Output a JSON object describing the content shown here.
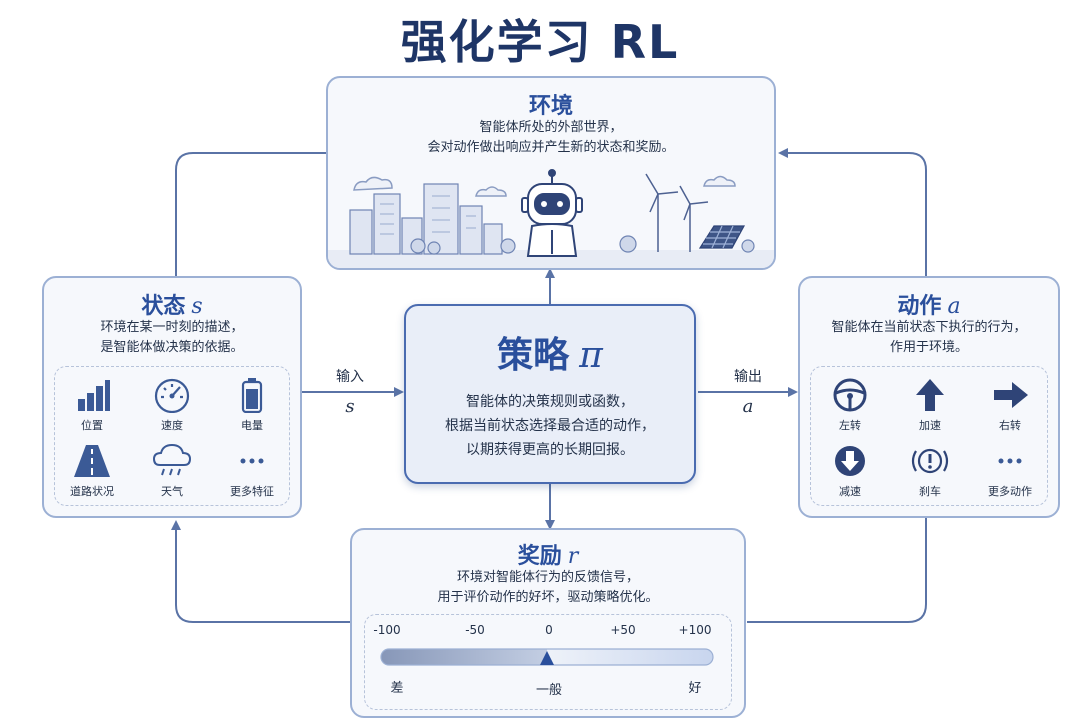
{
  "title": "强化学习 RL",
  "environment": {
    "title": "环境",
    "desc": [
      "智能体所处的外部世界，",
      "会对动作做出响应并产生新的状态和奖励。"
    ]
  },
  "state": {
    "title": "状态",
    "symbol": "s",
    "desc": [
      "环境在某一时刻的描述，",
      "是智能体做决策的依据。"
    ],
    "features": [
      {
        "label": "位置",
        "icon": "bar-chart-icon"
      },
      {
        "label": "速度",
        "icon": "speedometer-icon"
      },
      {
        "label": "电量",
        "icon": "battery-icon"
      },
      {
        "label": "道路状况",
        "icon": "road-icon"
      },
      {
        "label": "天气",
        "icon": "cloud-rain-icon"
      },
      {
        "label": "更多特征",
        "icon": "more-icon"
      }
    ]
  },
  "policy": {
    "title": "策略",
    "symbol": "π",
    "desc": [
      "智能体的决策规则或函数，",
      "根据当前状态选择最合适的动作，",
      "以期获得更高的长期回报。"
    ]
  },
  "action": {
    "title": "动作",
    "symbol": "a",
    "desc": [
      "智能体在当前状态下执行的行为，",
      "作用于环境。"
    ],
    "actions": [
      {
        "label": "左转",
        "icon": "steering-wheel-icon"
      },
      {
        "label": "加速",
        "icon": "arrow-up-icon"
      },
      {
        "label": "右转",
        "icon": "arrow-right-icon"
      },
      {
        "label": "减速",
        "icon": "arrow-down-circle-icon"
      },
      {
        "label": "刹车",
        "icon": "brake-icon"
      },
      {
        "label": "更多动作",
        "icon": "more-icon"
      }
    ]
  },
  "reward": {
    "title": "奖励",
    "symbol": "r",
    "desc": [
      "环境对智能体行为的反馈信号，",
      "用于评价动作的好坏，驱动策略优化。"
    ],
    "scale": {
      "ticks": [
        "-100",
        "-50",
        "0",
        "+50",
        "+100"
      ],
      "labels": {
        "left": "差",
        "middle": "一般",
        "right": "好"
      },
      "min": -100,
      "max": 100,
      "marker": 0
    }
  },
  "edges": {
    "input_label": "输入",
    "input_symbol": "s",
    "output_label": "输出",
    "output_symbol": "a"
  },
  "colors": {
    "accent": "#2a4f9c",
    "border": "#9cb0d4",
    "arrow": "#5a73a6",
    "icon": "#3b5a96"
  }
}
